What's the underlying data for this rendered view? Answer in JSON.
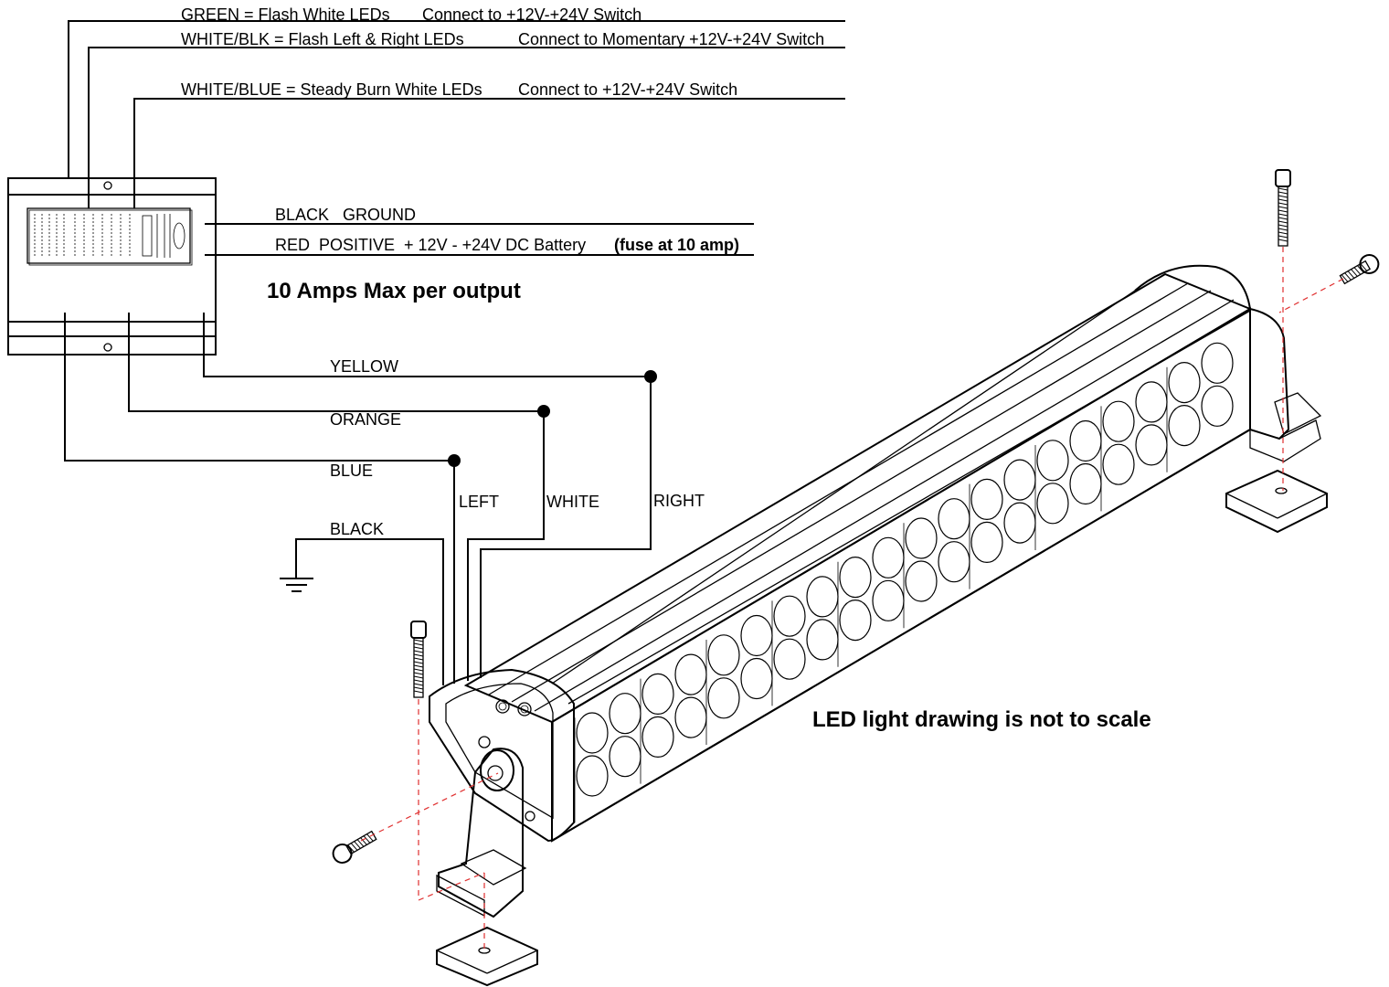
{
  "top_wires": [
    {
      "label": "GREEN = Flash White LEDs",
      "note": "Connect to +12V-+24V Switch"
    },
    {
      "label": "WHITE/BLK = Flash Left & Right LEDs",
      "note": "Connect to Momentary +12V-+24V Switch"
    },
    {
      "label": "WHITE/BLUE = Steady Burn White LEDs",
      "note": "Connect to +12V-+24V Switch"
    }
  ],
  "power": {
    "ground": "BLACK   GROUND",
    "positive": "RED  POSITIVE  + 12V - +24V DC Battery",
    "fuse": "(fuse at 10 amp)"
  },
  "amps_note": "10 Amps Max per output",
  "output_wires": {
    "yellow": "YELLOW",
    "orange": "ORANGE",
    "blue": "BLUE",
    "black": "BLACK"
  },
  "bar_wires": {
    "left": "LEFT",
    "white": "WHITE",
    "right": "RIGHT"
  },
  "scale_note": "LED light drawing is not to scale"
}
